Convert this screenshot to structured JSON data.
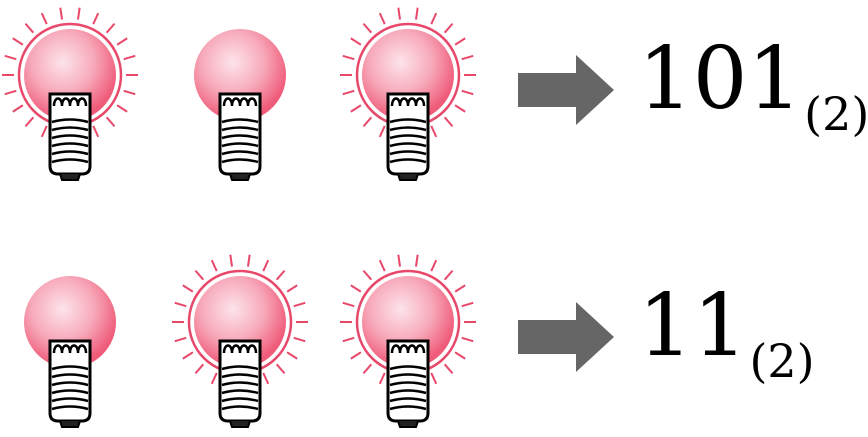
{
  "colors": {
    "glow": "#e8486a",
    "bulb_light": "#fde4ea",
    "bulb_dark": "#ef5b79",
    "arrow": "#666666",
    "base_fill": "#ffffff",
    "base_stroke": "#000000"
  },
  "rows": [
    {
      "bulbs": [
        "on",
        "off",
        "on"
      ],
      "value": "101",
      "base": "(2)"
    },
    {
      "bulbs": [
        "off",
        "on",
        "on"
      ],
      "value": "11",
      "base": "(2)"
    }
  ]
}
